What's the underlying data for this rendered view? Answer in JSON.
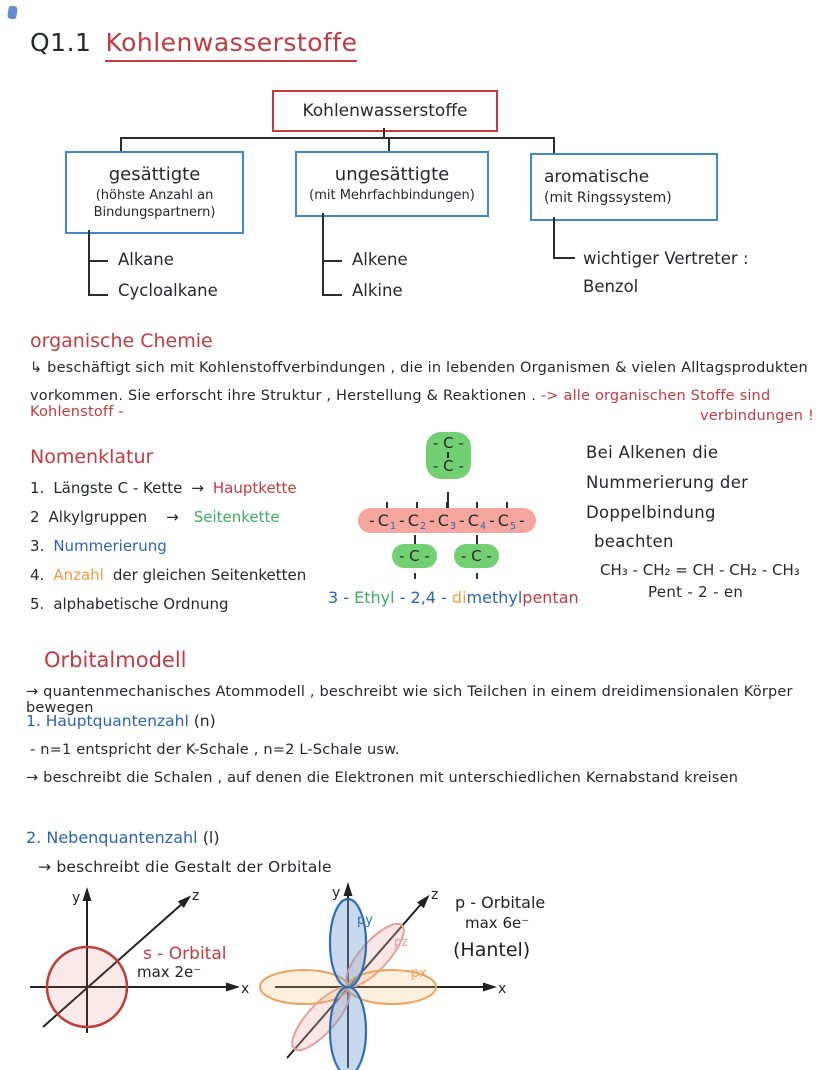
{
  "title": {
    "prefix": "Q1.1",
    "main": "Kohlenwasserstoffe"
  },
  "flowchart": {
    "root": "Kohlenwasserstoffe",
    "branches": [
      {
        "name": "gesättigte",
        "subtitle": "(höhste Anzahl an Bindungspartnern)",
        "items": [
          "Alkane",
          "Cycloalkane"
        ]
      },
      {
        "name": "ungesättigte",
        "subtitle": "(mit Mehrfachbindungen)",
        "items": [
          "Alkene",
          "Alkine"
        ]
      },
      {
        "name": "aromatische",
        "subtitle": "(mit Ringssystem)",
        "items": [
          "wichtiger Vertreter :",
          "Benzol"
        ]
      }
    ]
  },
  "organische_chemie": {
    "heading": "organische Chemie",
    "line1": "↳ beschäftigt sich mit Kohlenstoffverbindungen , die in lebenden Organismen & vielen Alltagsprodukten",
    "line2": "vorkommen. Sie erforscht ihre Struktur , Herstellung & Reaktionen . ",
    "note_red": "-> alle organischen Stoffe sind Kohlenstoff -",
    "note_red2": "verbindungen !"
  },
  "nomenklatur": {
    "heading": "Nomenklatur",
    "items": [
      {
        "num": "1.",
        "label": "Längste C - Kette",
        "arrow": "→",
        "value": "Hauptkette"
      },
      {
        "num": "2",
        "label": "Alkylgruppen",
        "arrow": "→",
        "value": "Seitenkette"
      },
      {
        "num": "3.",
        "value": "Nummerierung"
      },
      {
        "num": "4.",
        "value": "Anzahl",
        "label": "der gleichen Seitenketten"
      },
      {
        "num": "5.",
        "label": "alphabetische Ordnung"
      }
    ]
  },
  "structure": {
    "bond": "-",
    "chain": [
      "C",
      "C",
      "C",
      "C",
      "C"
    ],
    "numbers": [
      "1",
      "2",
      "3",
      "4",
      "5"
    ],
    "ethyl_top": "- C -",
    "ethyl_bottom": "- C -",
    "methyl_left": "- C -",
    "methyl_right": "- C -",
    "caption": {
      "pos1": "3 - ",
      "name1": "Ethyl",
      "pos2": " - 2,4 - ",
      "prefix": "di",
      "name2": "methyl",
      "parent": "pentan"
    }
  },
  "alkene_note": {
    "line1": "Bei Alkenen die",
    "line2": "Nummerierung der",
    "line3": "Doppelbindung",
    "line4": "beachten",
    "formula": "CH₃ - CH₂ = CH  - CH₂ - CH₃",
    "name": "Pent - 2 - en"
  },
  "orbitalmodell": {
    "heading": "Orbitalmodell",
    "intro": "→ quantenmechanisches Atommodell , beschreibt wie sich Teilchen in einem dreidimensionalen Körper bewegen",
    "hauptquantenzahl": {
      "heading": "1. Hauptquantenzahl",
      "heading_suffix": "(n)",
      "line1": "-  n=1  entspricht der  K-Schale   , n=2   L-Schale   usw.",
      "line2": "→ beschreibt  die Schalen  , auf  denen die  Elektronen  mit  unterschiedlichen Kernabstand   kreisen"
    },
    "nebenquantenzahl": {
      "heading": "2. Nebenquantenzahl",
      "heading_suffix": "(l)",
      "line1": "→  beschreibt  die  Gestalt  der  Orbitale"
    }
  },
  "s_orbital_figure": {
    "label": "s - Orbital",
    "capacity": "max 2e⁻",
    "axis_x": "x",
    "axis_y": "y",
    "axis_z": "z"
  },
  "p_orbital_figure": {
    "label": "p - Orbitale",
    "capacity": "max 6e⁻",
    "shape_note": "(Hantel)",
    "axis_x": "x",
    "axis_y": "y",
    "axis_z": "z",
    "lobe_x": "px",
    "lobe_y": "py",
    "lobe_z": "pz"
  },
  "colors": {
    "heading_red": "#c43a41",
    "box_border_blue": "#3f87cf",
    "text_blue": "#2c63b8",
    "text_green": "#3fae62",
    "text_orange": "#f59a3d",
    "chain_highlight_pink": "#f5a79f",
    "group_highlight_green": "#72cf72",
    "s_orbital_red": "#c03a3a",
    "p_orbital_blue": "#2f6db8",
    "p_orbital_orange": "#eca35c",
    "p_orbital_pink": "#e2a09a"
  }
}
